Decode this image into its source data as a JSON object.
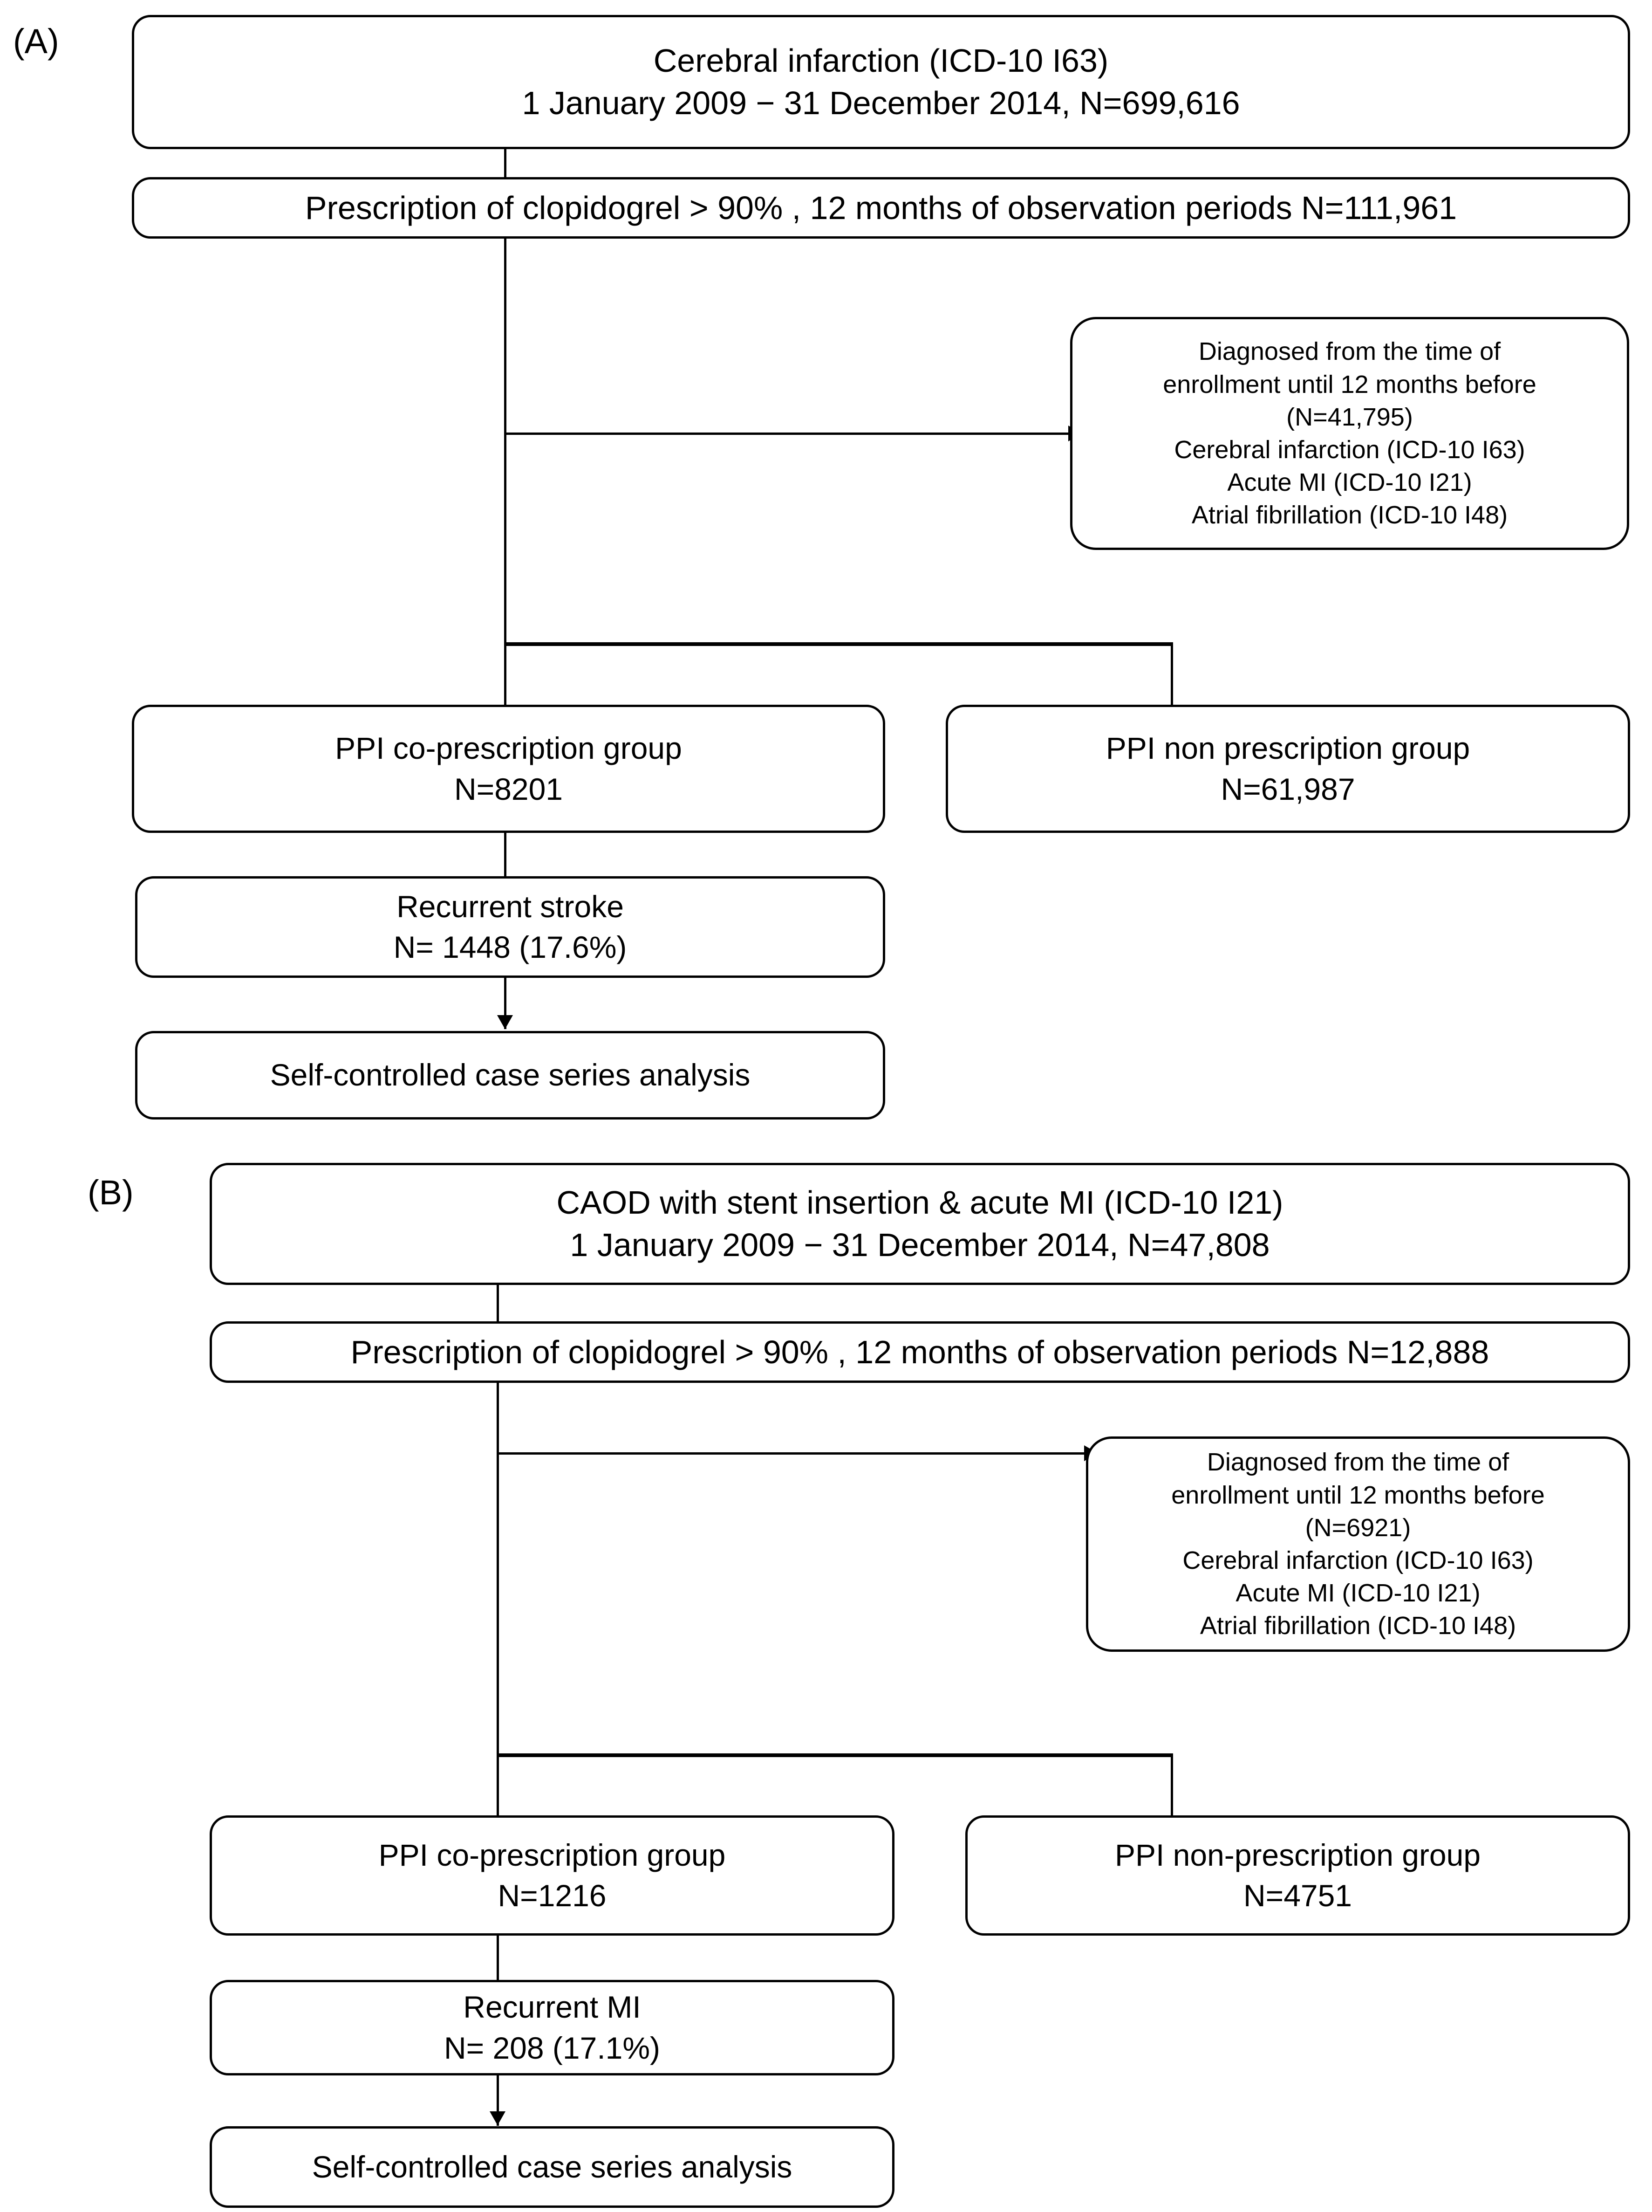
{
  "figure": {
    "type": "study-flow-diagram",
    "panels": [
      {
        "letter": "(A)",
        "cohort": "cerebral-infarction",
        "nodes": {
          "source": {
            "line1": "Cerebral infarction (ICD-10 I63)",
            "line2": "1 January 2009 − 31 December 2014, N=699,616"
          },
          "inclusion": {
            "line1": "Prescription of clopidogrel >  90% , 12 months of observation periods N=111,961"
          },
          "exclusion": {
            "line1": "Diagnosed  from the time of",
            "line2": "enrollment until 12 months before",
            "line3": "(N=41,795)",
            "line4": "Cerebral infarction (ICD-10 I63)",
            "line5": "Acute MI (ICD-10 I21)",
            "line6": "Atrial fibrillation (ICD-10 I48)"
          },
          "group_co": {
            "line1": "PPI co-prescription group",
            "line2": "N=8201"
          },
          "group_non": {
            "line1": "PPI non prescription group",
            "line2": "N=61,987"
          },
          "outcome": {
            "line1": "Recurrent stroke",
            "line2": "N= 1448 (17.6%)"
          },
          "analysis": {
            "line1": "Self-controlled case series analysis"
          }
        }
      },
      {
        "letter": "(B)",
        "cohort": "caod-acute-mi",
        "nodes": {
          "source": {
            "line1": "CAOD with stent insertion & acute MI (ICD-10 I21)",
            "line2": "1 January 2009 − 31 December 2014, N=47,808"
          },
          "inclusion": {
            "line1": "Prescription of clopidogrel >  90% , 12 months of observation periods N=12,888"
          },
          "exclusion": {
            "line1": "Diagnosed  from the time of",
            "line2": "enrollment until 12 months before",
            "line3": "(N=6921)",
            "line4": "Cerebral infarction (ICD-10 I63)",
            "line5": "Acute MI (ICD-10 I21)",
            "line6": "Atrial fibrillation (ICD-10 I48)"
          },
          "group_co": {
            "line1": "PPI co-prescription group",
            "line2": "N=1216"
          },
          "group_non": {
            "line1": "PPI non-prescription group",
            "line2": "N=4751"
          },
          "outcome": {
            "line1": "Recurrent MI",
            "line2": "N= 208 (17.1%)"
          },
          "analysis": {
            "line1": "Self-controlled case series analysis"
          }
        }
      }
    ],
    "colors": {
      "stroke": "#000000",
      "background": "#ffffff",
      "text": "#000000"
    }
  }
}
